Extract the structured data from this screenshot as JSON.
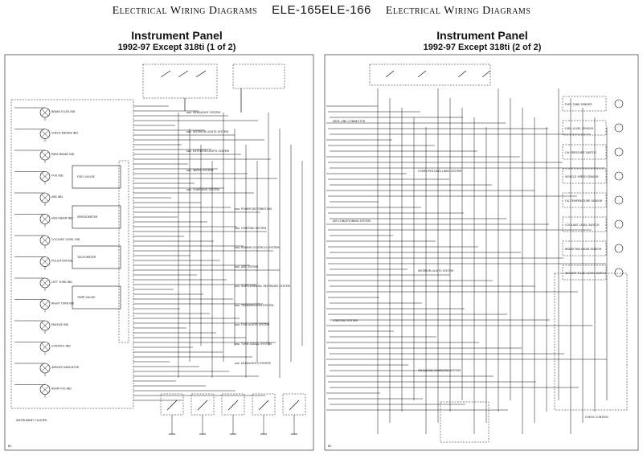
{
  "header": {
    "left_text": "Electrical Wiring Diagrams",
    "codes": "ELE-165ELE-166",
    "right_text": "Electrical Wiring Diagrams"
  },
  "pages": [
    {
      "title": "Instrument Panel",
      "subtitle": "1992-97 Except 318ti (1 of 2)"
    },
    {
      "title": "Instrument Panel",
      "subtitle": "1992-97 Except 318ti (2 of 2)"
    }
  ],
  "left_cluster_label": "INSTRUMENT CLUSTER",
  "left_indicators": [
    "BRAKE FLUID IND",
    "CHECK ENGINE IND",
    "PARK BRAKE IND",
    "FOG IND",
    "ABS IND",
    "HIGH BEAM IND",
    "COOLANT LEVEL IND",
    "POLLUTION IND",
    "LEFT TURN IND",
    "RIGHT TURN IND",
    "PASSIVE IND",
    "CONTROL IND",
    "SERVICE INDICATOR",
    "REAR FOG IND"
  ],
  "left_gauges": [
    "FUEL GAUGE",
    "SPEEDOMETER",
    "TACHOMETER",
    "TEMP GAUGE"
  ],
  "left_systems": [
    "HEADLIGHT SYSTEM",
    "INTERIOR LIGHTS SYSTEM",
    "EXTERIOR LIGHTS SYSTEM",
    "WIPER SYSTEM",
    "CHARGING SYSTEM",
    "POWER DISTRIBUTION",
    "STARTING SYSTEM",
    "ENGINE CONTROLS SYSTEM",
    "ABS SYSTEM",
    "SUPPLEMENTAL RESTRAINT SYSTEM",
    "TRANSMISSION SYSTEM",
    "FOG LIGHTS SYSTEM",
    "TURN SIGNAL SYSTEM",
    "HEADLIGHTS SYSTEM"
  ],
  "right_sensors": [
    "FUEL TANK SENDER",
    "FUEL LEVEL SENSOR",
    "OIL PRESSURE SWITCH",
    "VEHICLE SPEED SENSOR",
    "OIL TEMPERATURE SENSOR",
    "COOLANT LEVEL SWITCH",
    "BRAKE PAD WEAR SENSOR",
    "WASHER FLUID LEVEL SWITCH"
  ],
  "right_systems": [
    "DATA LINK CONNECTOR",
    "COMPUTER DATA LINES SYSTEM",
    "AIR CONDITIONING SYSTEM",
    "INTERIOR LIGHTS SYSTEM",
    "STARTING SYSTEM",
    "ON-BOARD COMPUTER SYSTEM"
  ],
  "connector_label": "CHECK CONTROL",
  "page_numbers": [
    "B1",
    "B2"
  ]
}
